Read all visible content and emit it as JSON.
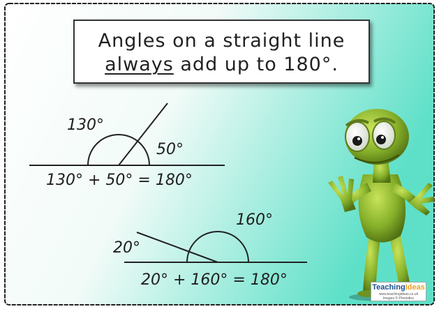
{
  "title": {
    "line1": "Angles on a straight line",
    "line2_emph": "always",
    "line2_rest": " add up to 180°."
  },
  "example1": {
    "angle_left": "130°",
    "angle_right": "50°",
    "equation": "130° + 50° = 180°"
  },
  "example2": {
    "angle_left": "20°",
    "angle_right": "160°",
    "equation": "20° + 160° = 180°"
  },
  "logo": {
    "main": "Teaching",
    "accent": "Ideas",
    "url": "www.teachingideas.co.uk",
    "credit": "Images © Photodisc"
  },
  "colors": {
    "background_start": "#ffffff",
    "background_end": "#63e3cc",
    "line": "#222222",
    "alien_green": "#8fb82a"
  }
}
